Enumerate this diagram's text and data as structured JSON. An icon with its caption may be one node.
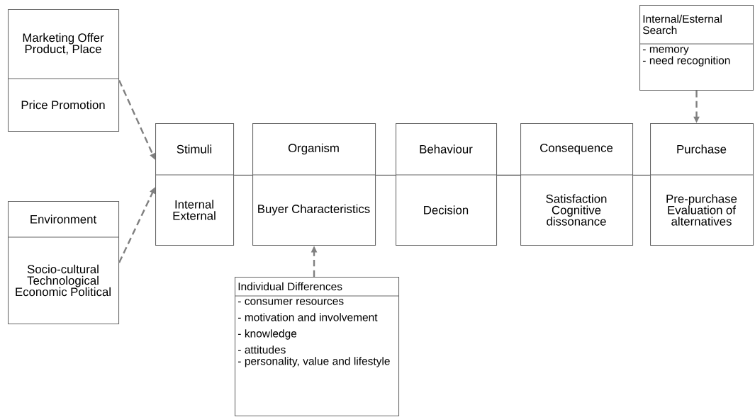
{
  "diagram": {
    "nodes": [
      {
        "text": [
          "Marketing Offer Product, Place",
          "Price Promotion"
        ]
      },
      {
        "text": [
          "Environment",
          "Socio-cultural Technological Economic Political"
        ]
      },
      {
        "text": [
          "Stimuli",
          "Internal External"
        ]
      },
      {
        "text": [
          "Organism",
          "Buyer Characteristics"
        ]
      },
      {
        "text": [
          "Behaviour",
          "Decision"
        ]
      },
      {
        "text": [
          "Consequence",
          "Satisfaction Cognitive dissonance"
        ]
      },
      {
        "text": [
          "Purchase",
          "Pre-purchase Evaluation of alternatives"
        ]
      },
      {
        "text": [
          "Internal/Esternal Search",
          "- memory",
          "- need recognition"
        ]
      },
      {
        "text": [
          "Individual Differences",
          "- consumer resources",
          "- motivation and involvement",
          "- knowledge",
          "- attitudes",
          "- personality, value and lifestyle"
        ]
      }
    ],
    "edges": [
      {
        "from": 0,
        "to": 2,
        "arrow": "to",
        "style": "dashed",
        "color": "#808080"
      },
      {
        "from": 1,
        "to": 2,
        "arrow": "to",
        "style": "dashed",
        "color": "#808080"
      },
      {
        "from": 2,
        "to": 3,
        "arrow": "none"
      },
      {
        "from": 3,
        "to": 4,
        "arrow": "none"
      },
      {
        "from": 4,
        "to": 5,
        "arrow": "none"
      },
      {
        "from": 5,
        "to": 6,
        "arrow": "none"
      },
      {
        "from": 7,
        "to": 6,
        "arrow": "to",
        "style": "dashed",
        "color": "#808080"
      },
      {
        "from": 8,
        "to": 3,
        "arrow": "to",
        "style": "dashed",
        "color": "#808080"
      }
    ]
  }
}
